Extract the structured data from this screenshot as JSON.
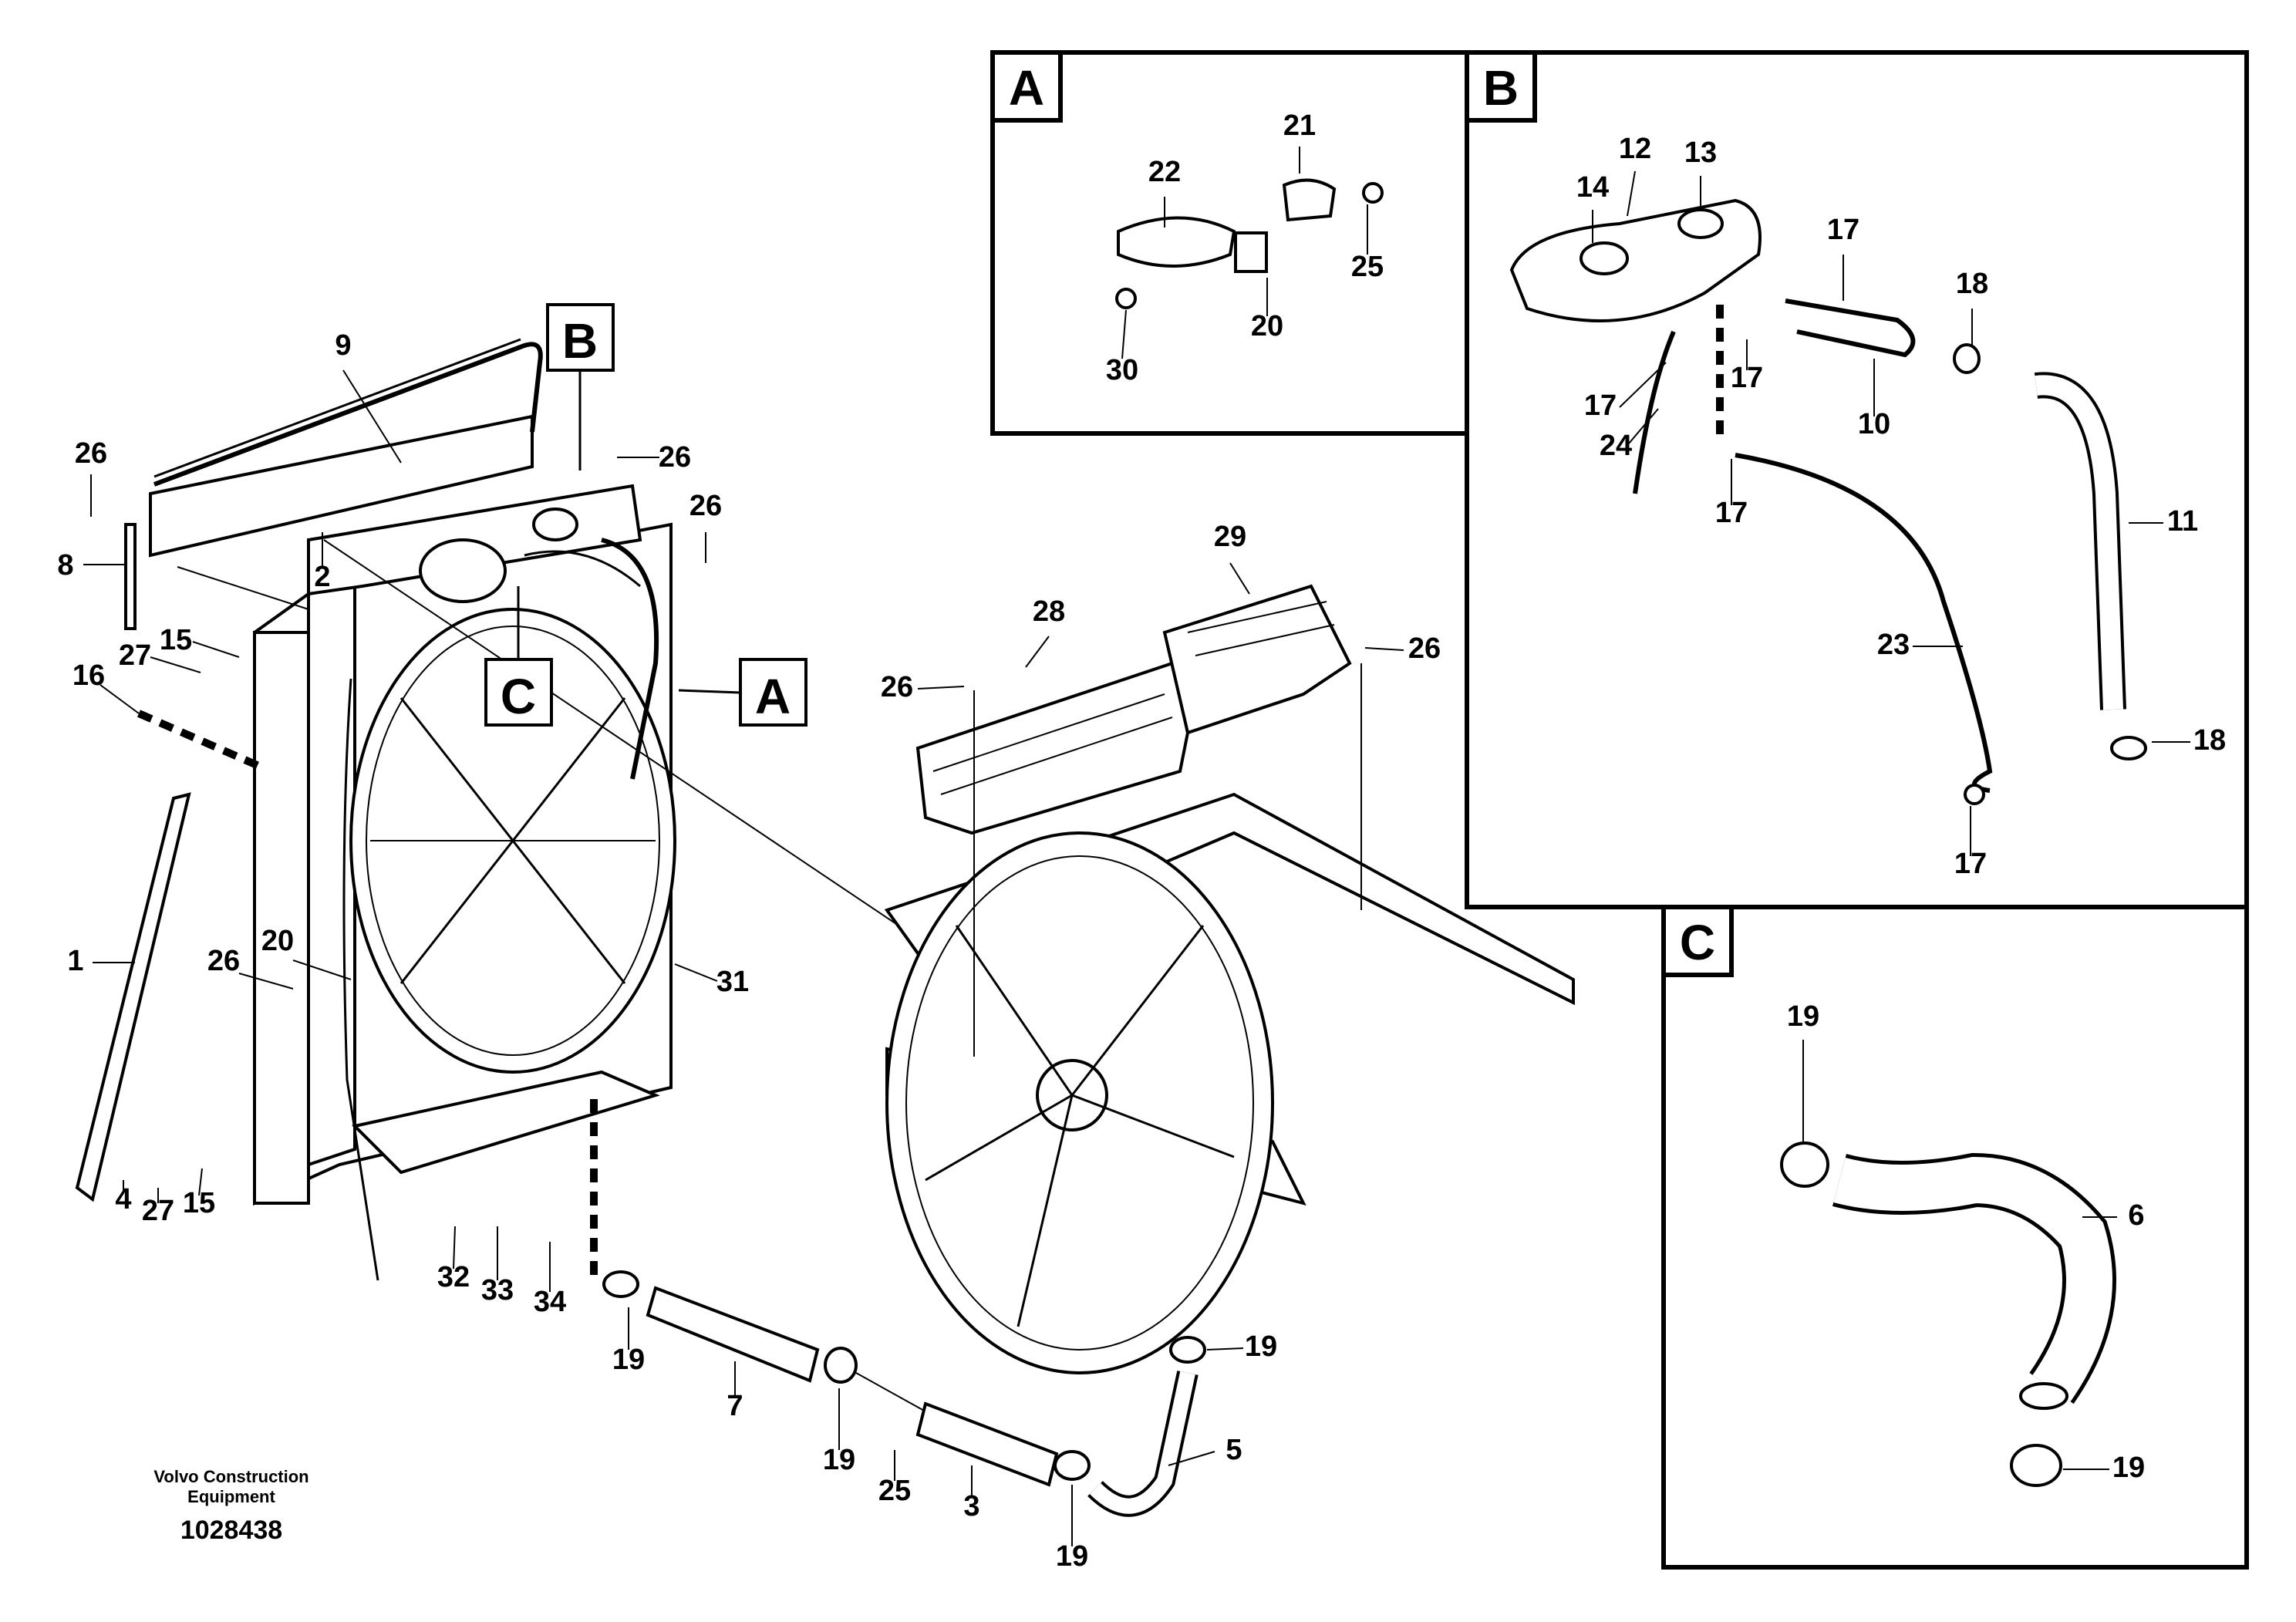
{
  "caption": {
    "maker_line1": "Volvo Construction",
    "maker_line2": "Equipment",
    "drawing_number": "1028438"
  },
  "detail_labels": {
    "A": "A",
    "B": "B",
    "C": "C"
  },
  "main_callouts": [
    "9",
    "26",
    "2",
    "8",
    "B",
    "26",
    "26",
    "15",
    "27",
    "16",
    "C",
    "A",
    "28",
    "29",
    "26",
    "26",
    "1",
    "20",
    "26",
    "31",
    "4",
    "27",
    "15",
    "32",
    "33",
    "34",
    "19",
    "7",
    "19",
    "25",
    "3",
    "19",
    "5",
    "19"
  ],
  "detail_A_callouts": [
    "21",
    "22",
    "25",
    "20",
    "30"
  ],
  "detail_B_callouts": [
    "12",
    "13",
    "14",
    "17",
    "18",
    "17",
    "17",
    "10",
    "24",
    "17",
    "11",
    "23",
    "18",
    "17"
  ],
  "detail_C_callouts": [
    "19",
    "6",
    "19"
  ]
}
